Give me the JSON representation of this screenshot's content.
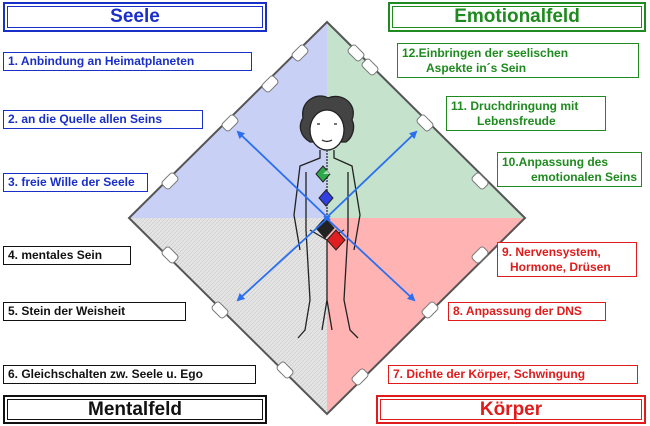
{
  "titles": {
    "seele": "Seele",
    "emotionalfeld": "Emotionalfeld",
    "mentalfeld": "Mentalfeld",
    "koerper": "Körper"
  },
  "left_items": [
    "1. Anbindung an Heimatplaneten",
    "2. an die Quelle allen Seins",
    "3. freie Wille der Seele",
    "4. mentales Sein",
    "5. Stein der Weisheit",
    "6. Gleichschalten zw. Seele u. Ego"
  ],
  "right_items": {
    "item12": {
      "line1": "12.Einbringen der seelischen",
      "line2": "Aspekte in´s Sein"
    },
    "item11": {
      "line1": "11. Druchdringung mit",
      "line2": "Lebensfreude"
    },
    "item10": {
      "line1": "10.Anpassung des",
      "line2": "emotionalen Seins"
    },
    "item9": {
      "line1": "9. Nervensystem,",
      "line2": "Hormone, Drüsen"
    },
    "item8": "8. Anpassung der DNS",
    "item7": "7. Dichte der Körper, Schwingung"
  },
  "colors": {
    "seele": "#1a2fc8",
    "emotional": "#1f8a1f",
    "mental": "#111111",
    "koerper": "#e01b1b",
    "quad_blue": "#c8d0f5",
    "quad_green": "#c4e2cc",
    "quad_gray": "#e2e2e2",
    "quad_red": "#ffb3b3",
    "arrow": "#2a6ff0"
  },
  "icons": [
    "human-figure-icon",
    "diamond-gem-icon"
  ]
}
